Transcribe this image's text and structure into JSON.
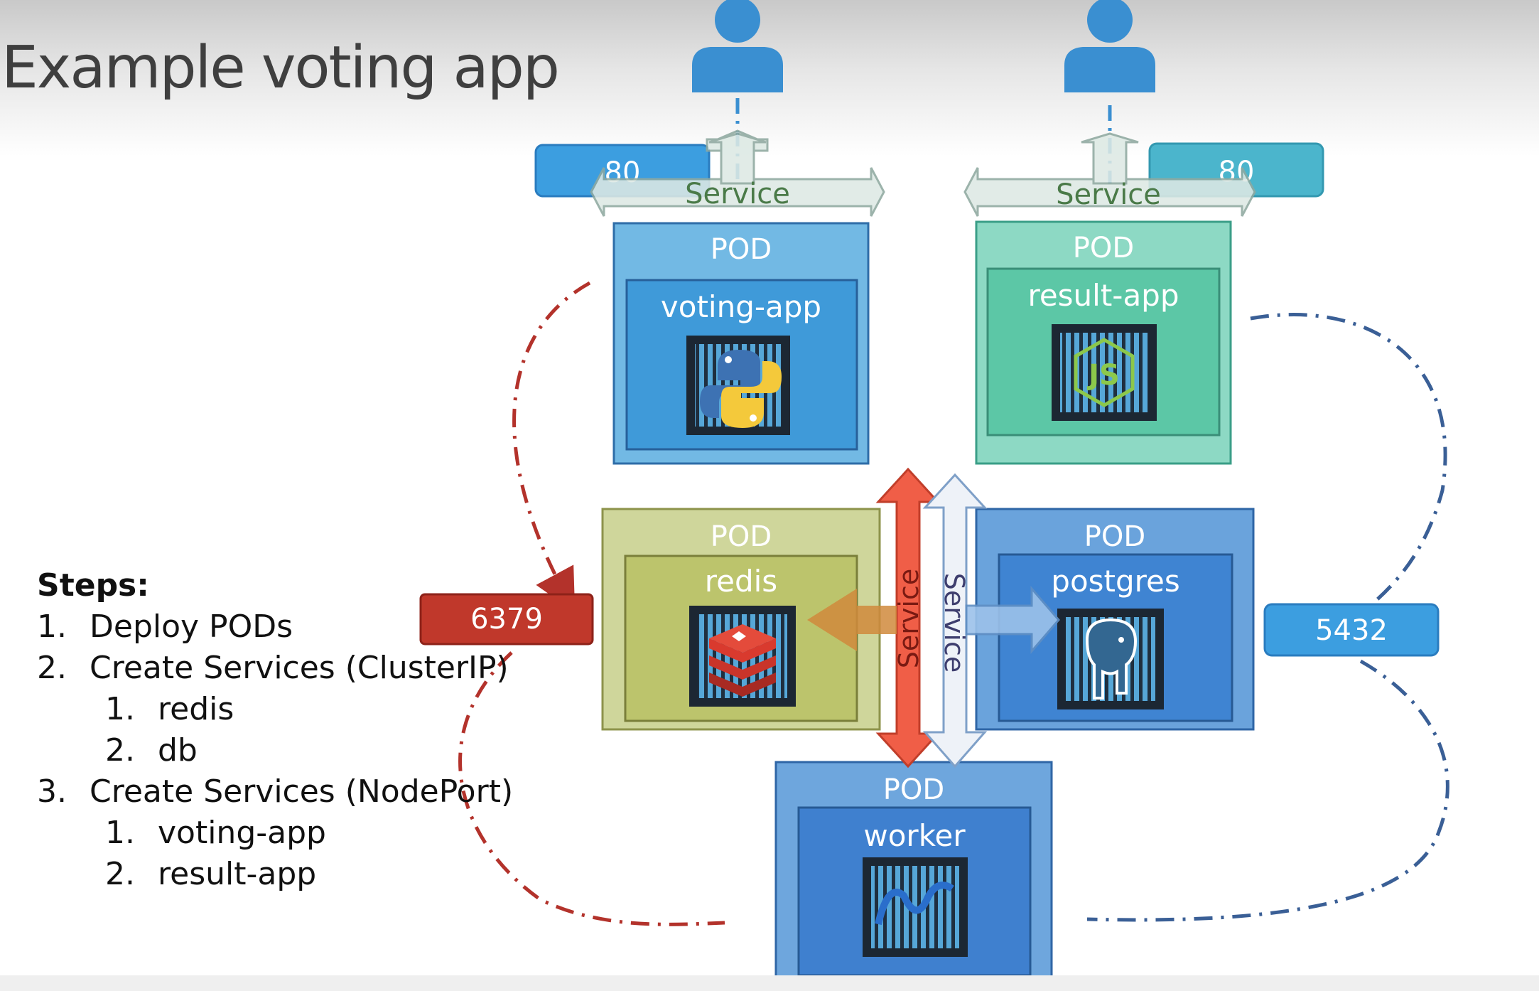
{
  "title": "Example voting app",
  "steps": {
    "heading": "Steps:",
    "items": [
      {
        "num": "1.",
        "text": "Deploy PODs"
      },
      {
        "num": "2.",
        "text": "Create Services (ClusterIP)"
      },
      {
        "num": "1.",
        "text": "redis",
        "sub": true
      },
      {
        "num": "2.",
        "text": "db",
        "sub": true
      },
      {
        "num": "3.",
        "text": "Create Services (NodePort)"
      },
      {
        "num": "1.",
        "text": "voting-app",
        "sub": true
      },
      {
        "num": "2.",
        "text": "result-app",
        "sub": true
      }
    ]
  },
  "pods": {
    "pod_label": "POD",
    "voting": "voting-app",
    "result": "result-app",
    "redis": "redis",
    "postgres": "postgres",
    "worker": "worker"
  },
  "services": {
    "voting_label": "Service",
    "result_label": "Service",
    "redis_label": "Service",
    "db_label": "Service"
  },
  "ports": {
    "voting": "80",
    "result": "80",
    "redis": "6379",
    "db": "5432"
  },
  "icons": {
    "user_left": "user-icon",
    "user_right": "user-icon",
    "voting": "python-icon",
    "result": "nodejs-icon",
    "redis": "redis-icon",
    "postgres": "postgres-elephant-icon",
    "worker": "dotnet-icon"
  },
  "colors": {
    "voting_pod": "#72b9e4",
    "voting_inner": "#3f9ad9",
    "result_pod": "#8dd9c4",
    "result_inner": "#5cc7a6",
    "redis_pod": "#cfd69b",
    "redis_inner": "#bcc46c",
    "postgres_pod": "#6aa3dc",
    "postgres_inner": "#3f84d2",
    "worker_pod": "#6ea6dd",
    "worker_inner": "#3f80cf",
    "port_blue": "#3c9ee0",
    "port_teal": "#4bb5cc",
    "port_red": "#c0382b",
    "user": "#3a8fd1",
    "red_line": "#b3322b",
    "blue_line": "#3a5f96"
  }
}
